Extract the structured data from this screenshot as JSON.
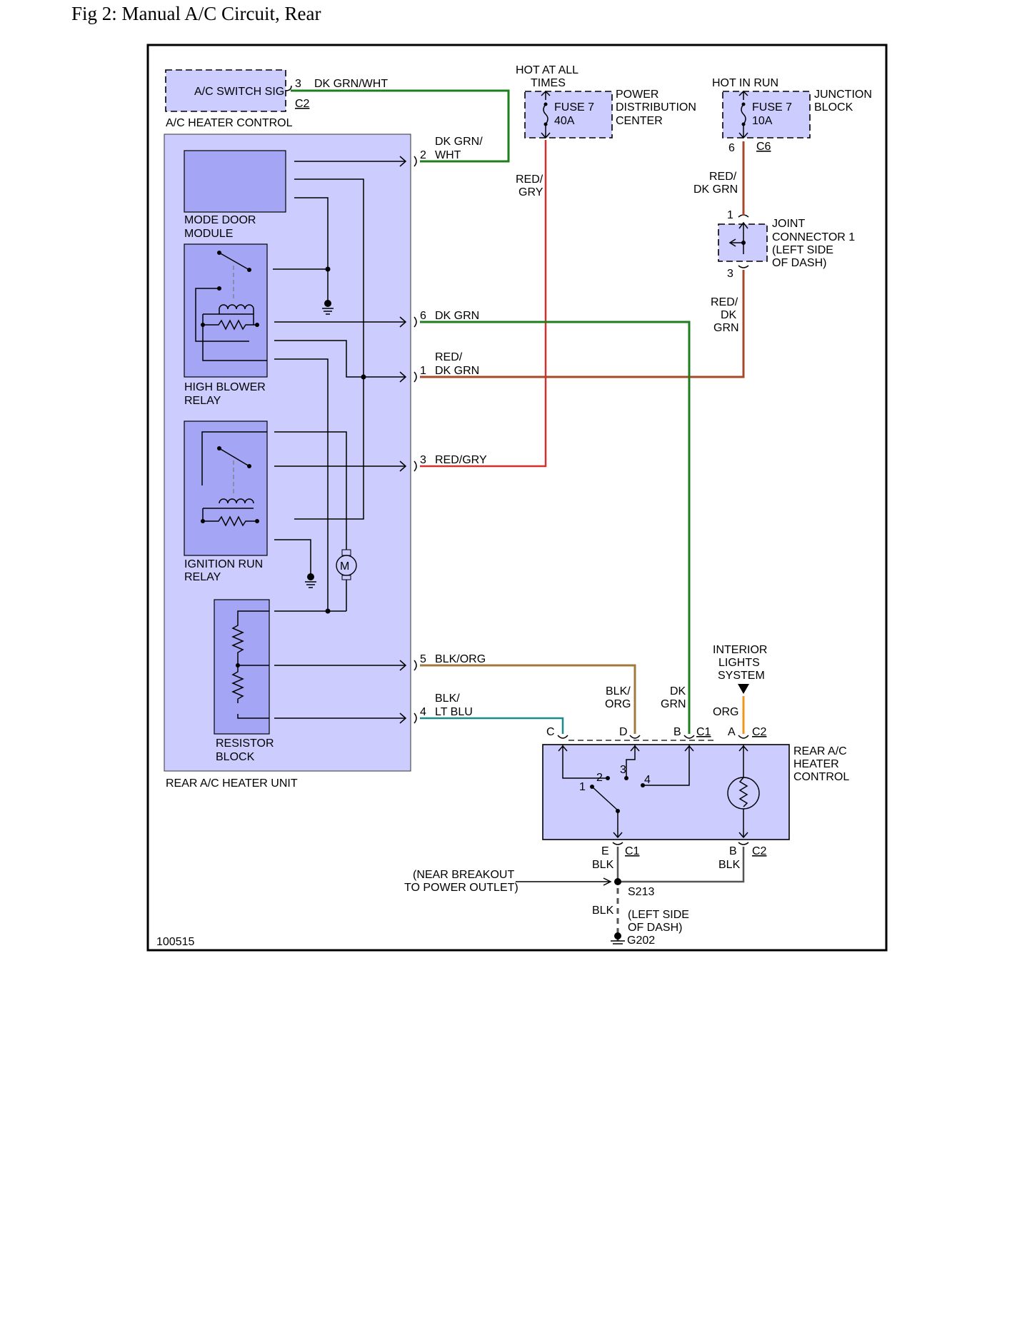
{
  "figure_title": "Fig 2: Manual A/C Circuit, Rear",
  "diagram_id": "100515",
  "components": {
    "ac_switch_sig": "A/C SWITCH SIG",
    "ac_heater_control": "A/C HEATER CONTROL",
    "mode_door_line1": "MODE DOOR",
    "mode_door_line2": "MODULE",
    "high_blower_line1": "HIGH BLOWER",
    "high_blower_line2": "RELAY",
    "ign_run_line1": "IGNITION RUN",
    "ign_run_line2": "RELAY",
    "resistor_line1": "RESISTOR",
    "resistor_line2": "BLOCK",
    "rear_heater_unit": "REAR A/C HEATER UNIT",
    "hot_at_all_times_1": "HOT AT ALL",
    "hot_at_all_times_2": "TIMES",
    "fuse7_pdc": "FUSE 7",
    "fuse7_pdc_amp": "40A",
    "pdc_1": "POWER",
    "pdc_2": "DISTRIBUTION",
    "pdc_3": "CENTER",
    "hot_in_run": "HOT IN RUN",
    "fuse7_jb": "FUSE 7",
    "fuse7_jb_amp": "10A",
    "jb_1": "JUNCTION",
    "jb_2": "BLOCK",
    "joint_1": "JOINT",
    "joint_2": "CONNECTOR 1",
    "joint_3": "(LEFT SIDE",
    "joint_4": "OF DASH)",
    "interior_1": "INTERIOR",
    "interior_2": "LIGHTS",
    "interior_3": "SYSTEM",
    "rear_ctrl_1": "REAR A/C",
    "rear_ctrl_2": "HEATER",
    "rear_ctrl_3": "CONTROL",
    "motor": "M",
    "near_breakout_1": "(NEAR BREAKOUT",
    "near_breakout_2": "TO POWER OUTLET)",
    "splice": "S213",
    "ground_loc_1": "(LEFT SIDE",
    "ground_loc_2": "OF DASH)",
    "ground": "G202"
  },
  "wires": {
    "dk_grn_wht": "DK GRN/WHT",
    "dk_grn_wht_a": "DK GRN/",
    "dk_grn_wht_b": "WHT",
    "red_gry_a": "RED/",
    "red_gry_b": "GRY",
    "red_dk_grn_a": "RED/",
    "red_dk_grn_b": "DK GRN",
    "red_dk_grn_c1": "RED/",
    "red_dk_grn_c2": "DK",
    "red_dk_grn_c3": "GRN",
    "dk_grn": "DK GRN",
    "red_dk_grn_d1": "RED/",
    "red_dk_grn_d2": "DK GRN",
    "red_gry": "RED/GRY",
    "blk_org": "BLK/ORG",
    "blk_lt_blu_a": "BLK/",
    "blk_lt_blu_b": "LT BLU",
    "blk_org_v1": "BLK/",
    "blk_org_v2": "ORG",
    "dk_grn_v1": "DK",
    "dk_grn_v2": "GRN",
    "org": "ORG",
    "blk": "BLK"
  },
  "pins": {
    "p3": "3",
    "p2": "2",
    "p6": "6",
    "p1": "1",
    "p4": "4",
    "p5": "5",
    "pC": "C",
    "pD": "D",
    "pB": "B",
    "pA": "A",
    "pE": "E",
    "sw1": "1",
    "sw2": "2",
    "sw3": "3",
    "sw4": "4",
    "jb6": "6",
    "jc1": "1",
    "jc3": "3"
  },
  "connectors": {
    "c2": "C2",
    "c6": "C6",
    "c1": "C1"
  }
}
